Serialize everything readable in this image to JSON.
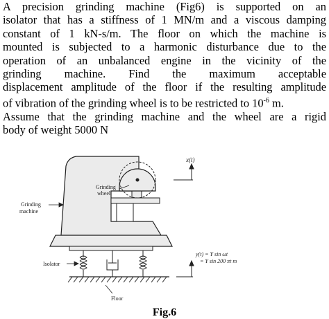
{
  "problem": {
    "lines": [
      "A precision grinding machine (Fig6) is supported on an",
      "isolator that has a stiffness of 1 MN/m and a viscous damping",
      "constant of 1 kN-s/m. The floor on which the machine is",
      "mounted is subjected to a harmonic disturbance due to the",
      "operation of an unbalanced engine in the vicinity of the",
      "grinding machine. Find the maximum acceptable",
      "displacement amplitude of the floor if the resulting amplitude",
      "of vibration of the grinding wheel is to be restricted to 10",
      "Assume that the grinding machine and the wheel are a rigid",
      "body of weight 5000 N"
    ],
    "exponent": "-6",
    "unit": " m."
  },
  "figure": {
    "label_xt": "x(t)",
    "label_grinding_wheel_1": "Grinding",
    "label_grinding_wheel_2": "wheel",
    "label_grinding_machine_1": "Grinding",
    "label_grinding_machine_2": "machine",
    "label_yt_1": "y(t) = Y sin ωt",
    "label_yt_2": "= Y sin 200 πt m",
    "label_isolator": "Isolator",
    "label_floor": "Floor",
    "caption": "Fig.6"
  }
}
